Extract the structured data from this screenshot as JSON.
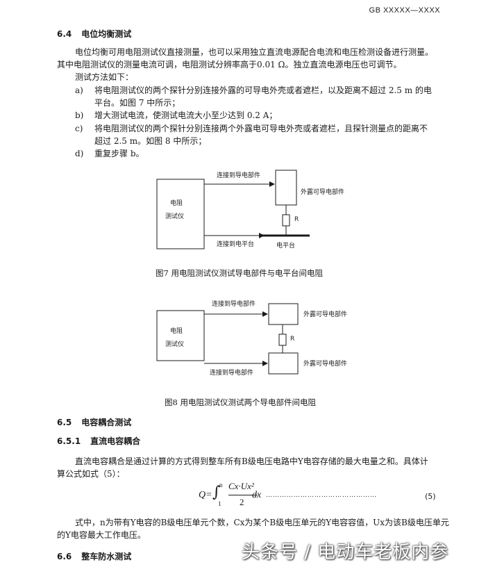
{
  "header": {
    "standard_id": "GB XXXXX—XXXX"
  },
  "s64": {
    "number": "6.4",
    "title": "电位均衡测试",
    "para1_line1": "电位均衡可用电阻测试仪直接测量，也可以采用独立直流电源配合电流和电压检测设备进行测量。",
    "para1_line2": "其中电阻测试仪的测量电流可调，电阻测试分辨率高于0.01 Ω。独立直流电源电压也可调节。",
    "method_intro": "测试方法如下：",
    "steps": [
      {
        "marker": "a)",
        "line1": "将电阻测试仪的两个探针分别连接外露的可导电外壳或者遮栏，以及距离不超过 2.5 m 的电",
        "line2": "平台。如图 7 中所示；"
      },
      {
        "marker": "b)",
        "line1": "增大测试电流，使测试电流大小至少达到 0.2 A；",
        "line2": ""
      },
      {
        "marker": "c)",
        "line1": "将电阻测试仪的两个探针分别连接两个外露电可导电外壳或者遮栏，且探针测量点的距离不",
        "line2": "超过 2.5 m。如图 8 中所示；"
      },
      {
        "marker": "d)",
        "line1": "重复步骤 b。",
        "line2": ""
      }
    ]
  },
  "fig7": {
    "meter_line1": "电阻",
    "meter_line2": "测试仪",
    "label_top": "连接到导电部件",
    "label_bottom": "连接到电平台",
    "part_label": "外露可导电部件",
    "resistor_label": "R",
    "platform_label": "电平台",
    "caption": "图7   用电阻测试仪测试导电部件与电平台间电阻"
  },
  "fig8": {
    "meter_line1": "电阻",
    "meter_line2": "测试仪",
    "label_top": "连接到导电部件",
    "label_bottom": "连接到导电部件",
    "part_label_top": "外露可导电部件",
    "part_label_bottom": "外露可导电部件",
    "resistor_label": "R",
    "caption": "图8   用电阻测试仪测试两个导电部件间电阻"
  },
  "s65": {
    "number": "6.5",
    "title": "电容耦合测试"
  },
  "s651": {
    "number": "6.5.1",
    "title": "直流电容耦合",
    "para_line1": "直流电容耦合是通过计算的方式得到整车所有B级电压电路中Y电容存储的最大电量之和。具体计",
    "para_line2": "算公式如式（5）：",
    "formula": {
      "lhs": "Q=",
      "integral": "∫",
      "upper": "n",
      "lower": "1",
      "numerator": "Cx·Ux²",
      "denominator": "2",
      "differential": "dx",
      "leader": "…………………………………………",
      "eq_number": "(5)"
    },
    "where_line1": "式中，n为带有Y电容的B级电压单元个数，Cx为某个B级电压单元的Y电容容值，Ux为该B级电压单元",
    "where_line2": "的Y电容最大工作电压。"
  },
  "s66": {
    "number": "6.6",
    "title": "整车防水测试"
  },
  "watermark": "头条号 / 电动车老板内参"
}
